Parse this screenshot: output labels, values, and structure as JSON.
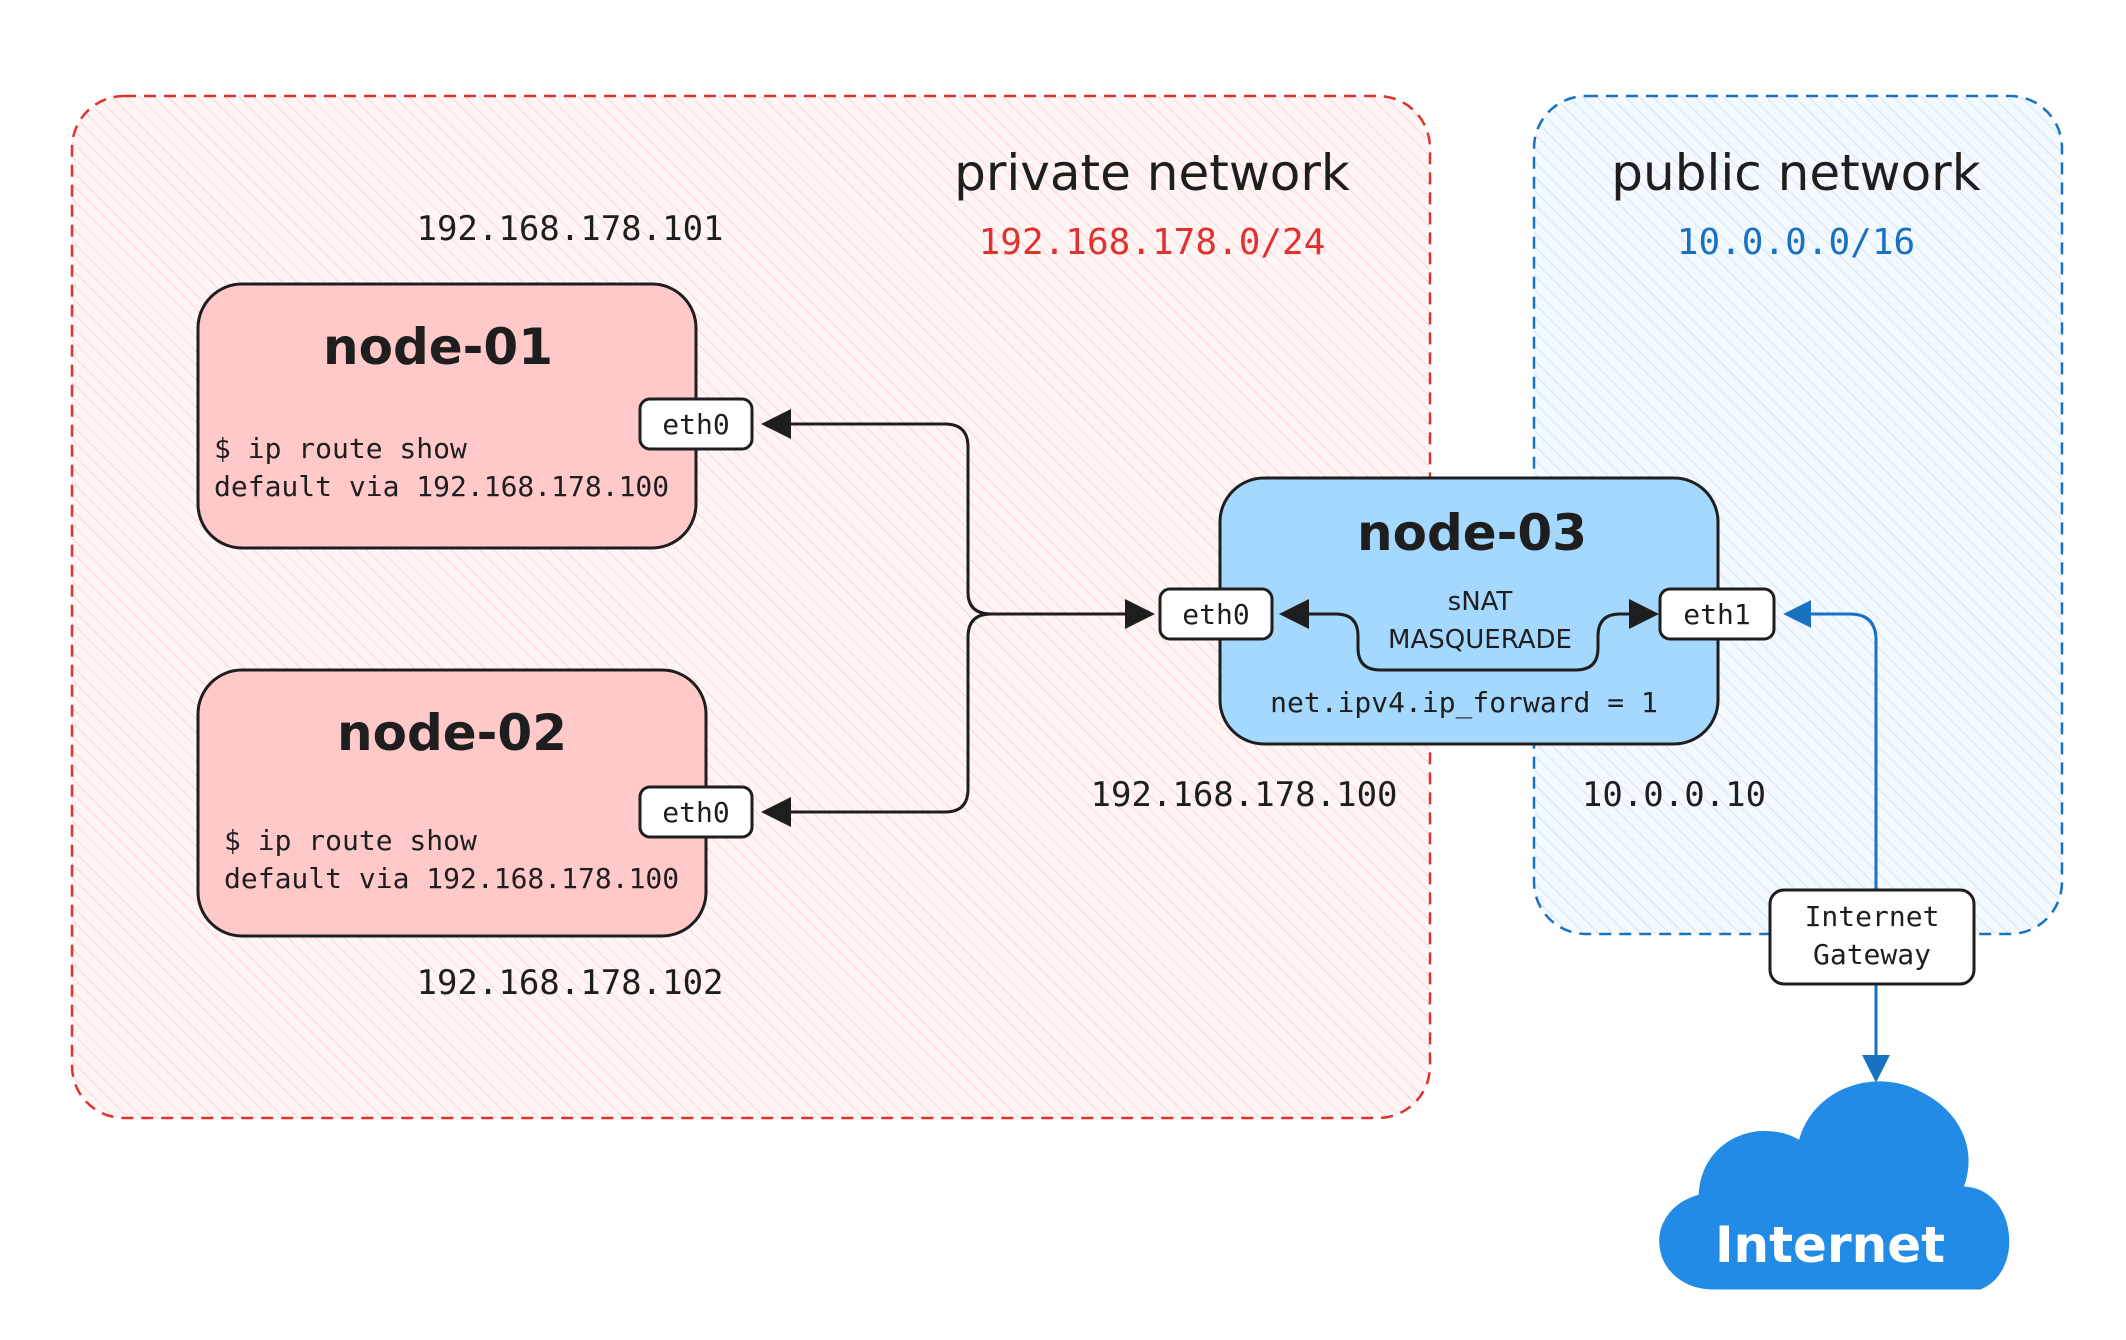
{
  "colors": {
    "private_stroke": "#e03131",
    "private_fill": "#ffe3e3",
    "public_stroke": "#1971c2",
    "public_fill": "#e7f5ff",
    "node_private_fill": "#ffc9c9",
    "node_public_fill": "#a5d8ff",
    "ink": "#1e1e1e",
    "cloud_fill": "#228be6",
    "cloud_text": "#ffffff"
  },
  "private_network": {
    "title": "private network",
    "cidr": "192.168.178.0/24"
  },
  "public_network": {
    "title": "public network",
    "cidr": "10.0.0.0/16"
  },
  "node01": {
    "title": "node-01",
    "ip": "192.168.178.101",
    "cmd_line1": "$ ip route show",
    "cmd_line2": "default via 192.168.178.100",
    "iface": "eth0"
  },
  "node02": {
    "title": "node-02",
    "ip": "192.168.178.102",
    "cmd_line1": "$ ip route show",
    "cmd_line2": "default via 192.168.178.100",
    "iface": "eth0"
  },
  "node03": {
    "title": "node-03",
    "nat_line1": "sNAT",
    "nat_line2": "MASQUERADE",
    "sysctl": "net.ipv4.ip_forward = 1",
    "iface_private": "eth0",
    "iface_public": "eth1",
    "ip_private": "192.168.178.100",
    "ip_public": "10.0.0.10"
  },
  "gateway": {
    "line1": "Internet",
    "line2": "Gateway"
  },
  "internet": {
    "label": "Internet"
  }
}
